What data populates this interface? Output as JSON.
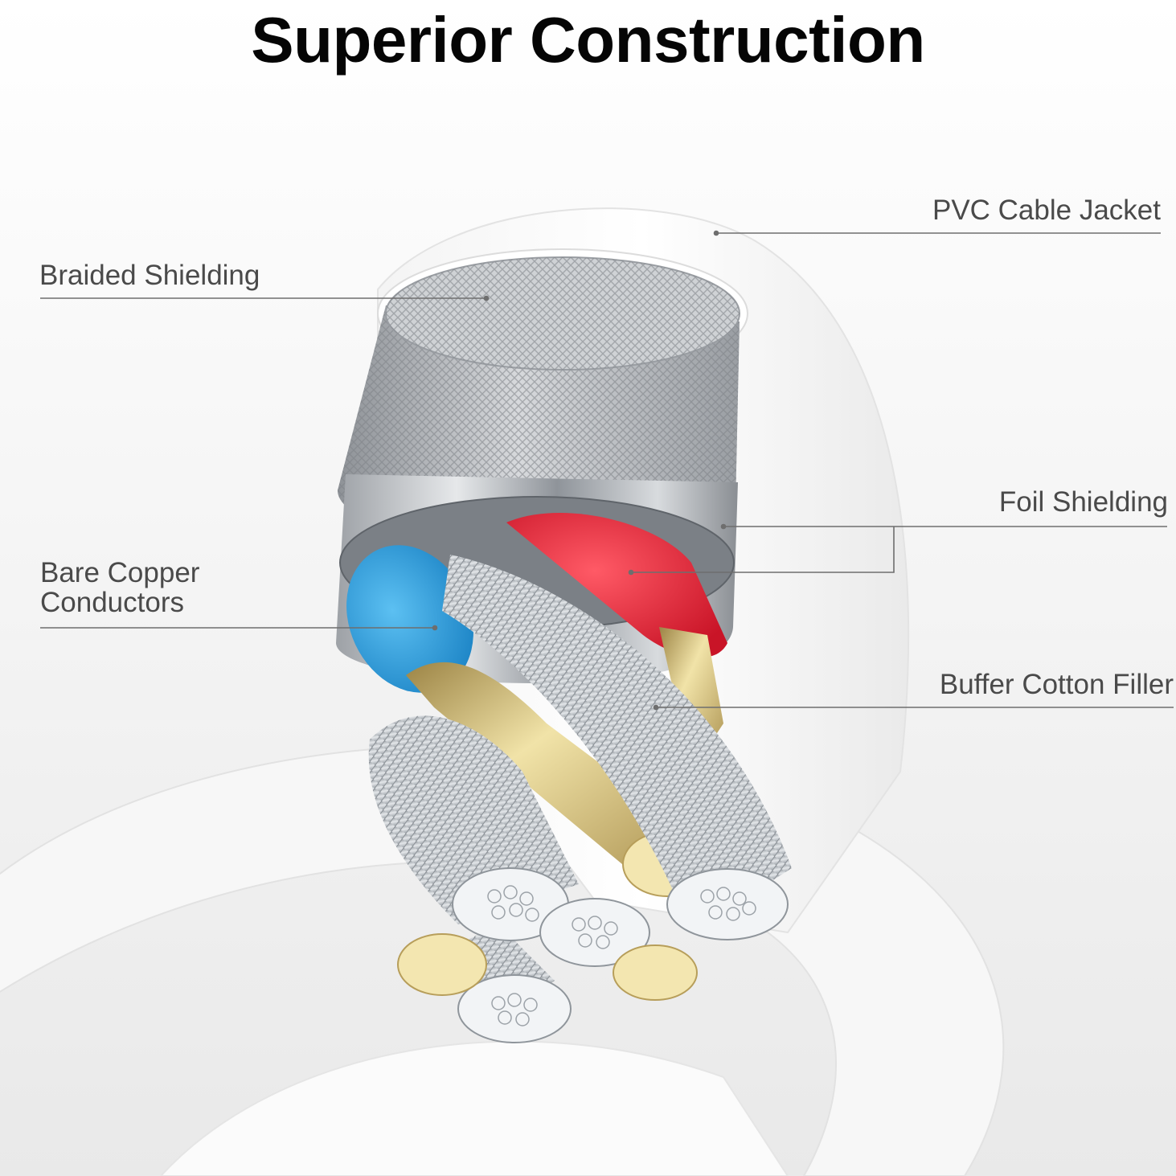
{
  "title": "Superior Construction",
  "callouts": {
    "pvc_jacket": "PVC Cable Jacket",
    "braided_shielding": "Braided Shielding",
    "foil_shielding": "Foil Shielding",
    "bare_copper_line1": "Bare Copper",
    "bare_copper_line2": "Conductors",
    "buffer_cotton": "Buffer Cotton Filler"
  },
  "colors": {
    "title": "#050505",
    "label": "#4a4a4a",
    "leader_line": "#6e6e6e",
    "jacket": "#ffffff",
    "braid": "#a9acb0",
    "foil": "#bfc3c7",
    "wire_red": "#e8283b",
    "wire_blue": "#27a0e3",
    "copper_gold": "#d9c278",
    "strand_silver": "#c8ccd0"
  }
}
